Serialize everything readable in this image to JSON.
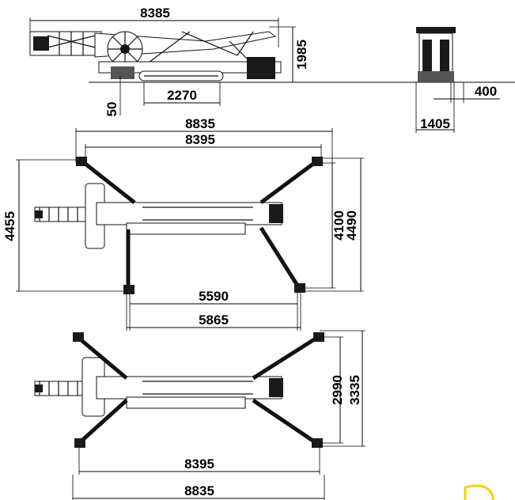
{
  "side_view": {
    "overall_length": "8385",
    "height": "1985",
    "track_length": "2270",
    "ground_clearance": "50"
  },
  "front_view": {
    "width_offset": "400",
    "track_width": "1405"
  },
  "top_view_extended": {
    "outer_length": "8835",
    "inner_length": "8395",
    "total_width": "4455",
    "inner_width": "4100",
    "outer_width": "4490",
    "front_spread_inner": "5590",
    "front_spread_outer": "5865"
  },
  "top_view_narrow": {
    "inner_width": "2990",
    "outer_width": "3335",
    "inner_length": "8395",
    "outer_length": "8835"
  },
  "colors": {
    "line": "#000000",
    "logo_accent": "#f5d400"
  }
}
